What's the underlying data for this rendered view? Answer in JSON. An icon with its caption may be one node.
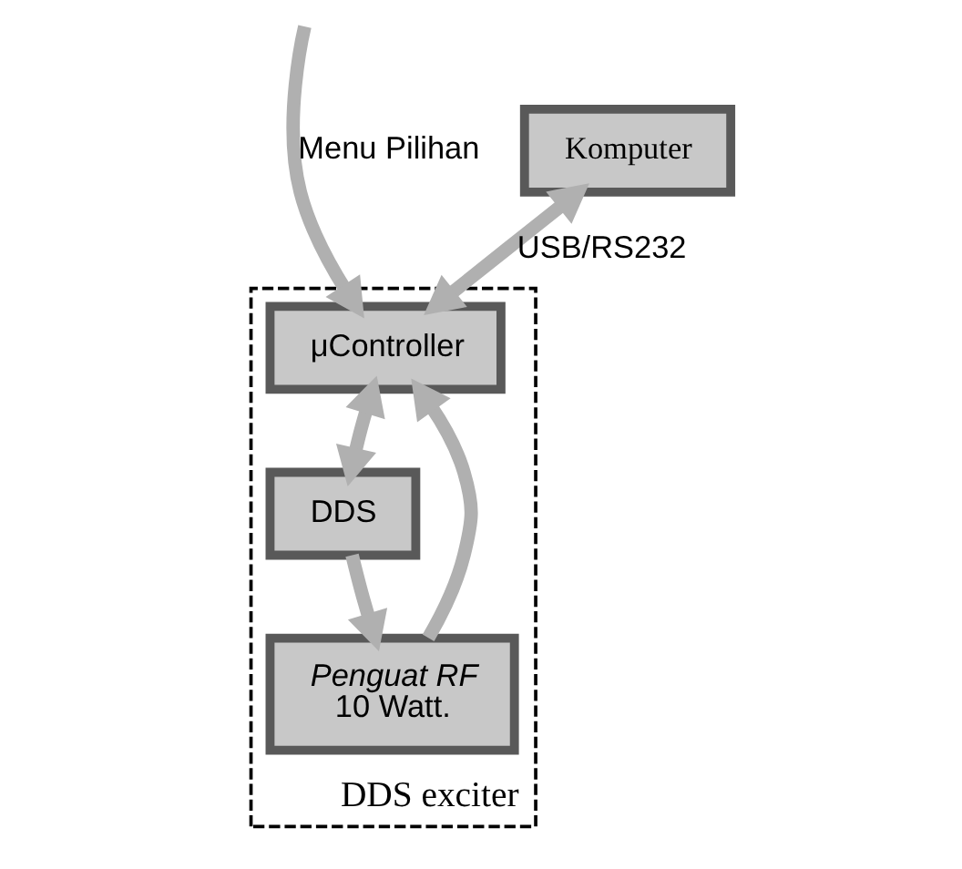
{
  "diagram": {
    "nodes": [
      {
        "text": [
          "DDS exciter"
        ]
      },
      {
        "text": [
          "Komputer"
        ]
      },
      {
        "text": [
          "μController"
        ],
        "in": 0
      },
      {
        "text": [
          "DDS"
        ],
        "in": 0
      },
      {
        "text": [
          "Penguat RF",
          "10 Watt."
        ],
        "in": 0
      }
    ],
    "edges": [
      {
        "from": 1,
        "to": 2,
        "arrow": "both",
        "label": "USB/RS232"
      },
      {
        "from": 2,
        "to": 3,
        "arrow": "both"
      },
      {
        "from": 3,
        "to": 4,
        "arrow": "to"
      },
      {
        "from": 4,
        "to": 2,
        "arrow": "to"
      },
      {
        "from": null,
        "to": 2,
        "arrow": "to",
        "label": "Menu Pilihan"
      }
    ]
  }
}
